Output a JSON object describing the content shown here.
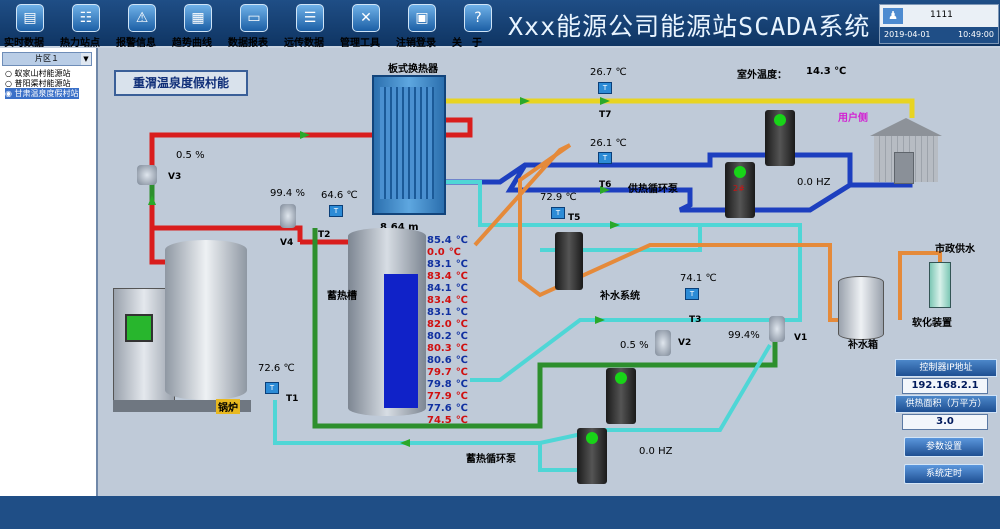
{
  "nav": [
    {
      "label": "实时数据",
      "icon": "document-icon"
    },
    {
      "label": "热力站点",
      "icon": "network-icon"
    },
    {
      "label": "报警信息",
      "icon": "warning-icon"
    },
    {
      "label": "趋势曲线",
      "icon": "chart-icon"
    },
    {
      "label": "数据报表",
      "icon": "folder-icon"
    },
    {
      "label": "远传数据",
      "icon": "list-icon"
    },
    {
      "label": "管理工具",
      "icon": "tools-icon"
    },
    {
      "label": "注销登录",
      "icon": "lock-icon"
    },
    {
      "label": "关　于",
      "icon": "help-icon"
    }
  ],
  "app_title": "Xxx能源公司能源站SCADA系统",
  "user": {
    "name": "1111",
    "date": "2019-04-01",
    "time": "10:49:00"
  },
  "zone": {
    "label": "片区１"
  },
  "stations": [
    "蚁家山村能源站",
    "普阳渠村能源站",
    "甘肃温泉度假村站"
  ],
  "place_title": "重渭温泉度假村能",
  "labels": {
    "heat_exchanger": "板式换热器",
    "outdoor_temp_label": "室外温度：",
    "outdoor_temp": "14.3 ℃",
    "user_side": "用户侧",
    "supply_pump": "供热循环泵",
    "makeup_system": "补水系统",
    "tank": "蓄热槽",
    "tank_level": "8.64 m",
    "boiler": "锅炉",
    "makeup_tank": "补水箱",
    "softener": "软化装置",
    "city_water": "市政供水",
    "storage_pump": "蓄热循环泵"
  },
  "valves": {
    "v3": {
      "tag": "V3",
      "open": "0.5 %"
    },
    "v4": {
      "tag": "V4",
      "open": "99.4 %"
    },
    "v2": {
      "tag": "V2",
      "open": "0.5 %"
    },
    "v1": {
      "tag": "V1",
      "open": "99.4%"
    }
  },
  "sensors": {
    "t7": {
      "tag": "T7",
      "value": "26.7 ℃"
    },
    "t6": {
      "tag": "T6",
      "value": "26.1 ℃"
    },
    "t5": {
      "tag": "T5",
      "value": "72.9 ℃"
    },
    "t2": {
      "tag": "T2",
      "value": "64.6 ℃"
    },
    "t3": {
      "tag": "T3",
      "value": "74.1 ℃"
    },
    "t1": {
      "tag": "T1",
      "value": "72.6 ℃"
    }
  },
  "pumps": {
    "supply_freq": "0.0 HZ",
    "storage_freq": "0.0 HZ",
    "pump_num": "2#"
  },
  "tank_temps": [
    {
      "v": "85.4",
      "u": "℃",
      "c": "#1030a0"
    },
    {
      "v": "0.0",
      "u": "℃",
      "c": "#d01010"
    },
    {
      "v": "83.1",
      "u": "℃",
      "c": "#1030a0"
    },
    {
      "v": "83.4",
      "u": "℃",
      "c": "#d01010"
    },
    {
      "v": "84.1",
      "u": "℃",
      "c": "#1030a0"
    },
    {
      "v": "83.4",
      "u": "℃",
      "c": "#d01010"
    },
    {
      "v": "83.1",
      "u": "℃",
      "c": "#1030a0"
    },
    {
      "v": "82.0",
      "u": "℃",
      "c": "#d01010"
    },
    {
      "v": "80.2",
      "u": "℃",
      "c": "#1030a0"
    },
    {
      "v": "80.3",
      "u": "℃",
      "c": "#d01010"
    },
    {
      "v": "80.6",
      "u": "℃",
      "c": "#1030a0"
    },
    {
      "v": "79.7",
      "u": "℃",
      "c": "#d01010"
    },
    {
      "v": "79.8",
      "u": "℃",
      "c": "#1030a0"
    },
    {
      "v": "77.9",
      "u": "℃",
      "c": "#d01010"
    },
    {
      "v": "77.6",
      "u": "℃",
      "c": "#1030a0"
    },
    {
      "v": "74.5",
      "u": "℃",
      "c": "#d01010"
    }
  ],
  "tank_fill_fraction": 0.78,
  "right": {
    "ip_label": "控制器IP地址",
    "ip": "192.168.2.1",
    "area_label": "供热面积（万平方）",
    "area": "3.0",
    "param_btn": "参数设置",
    "time_btn": "系统定时"
  },
  "colors": {
    "hot": "#d91d1d",
    "supply": "#1d3fbf",
    "return_cyan": "#4fd6d6",
    "makeup": "#e58a3a",
    "yellow": "#e8d422",
    "green": "#2d8f2d"
  }
}
